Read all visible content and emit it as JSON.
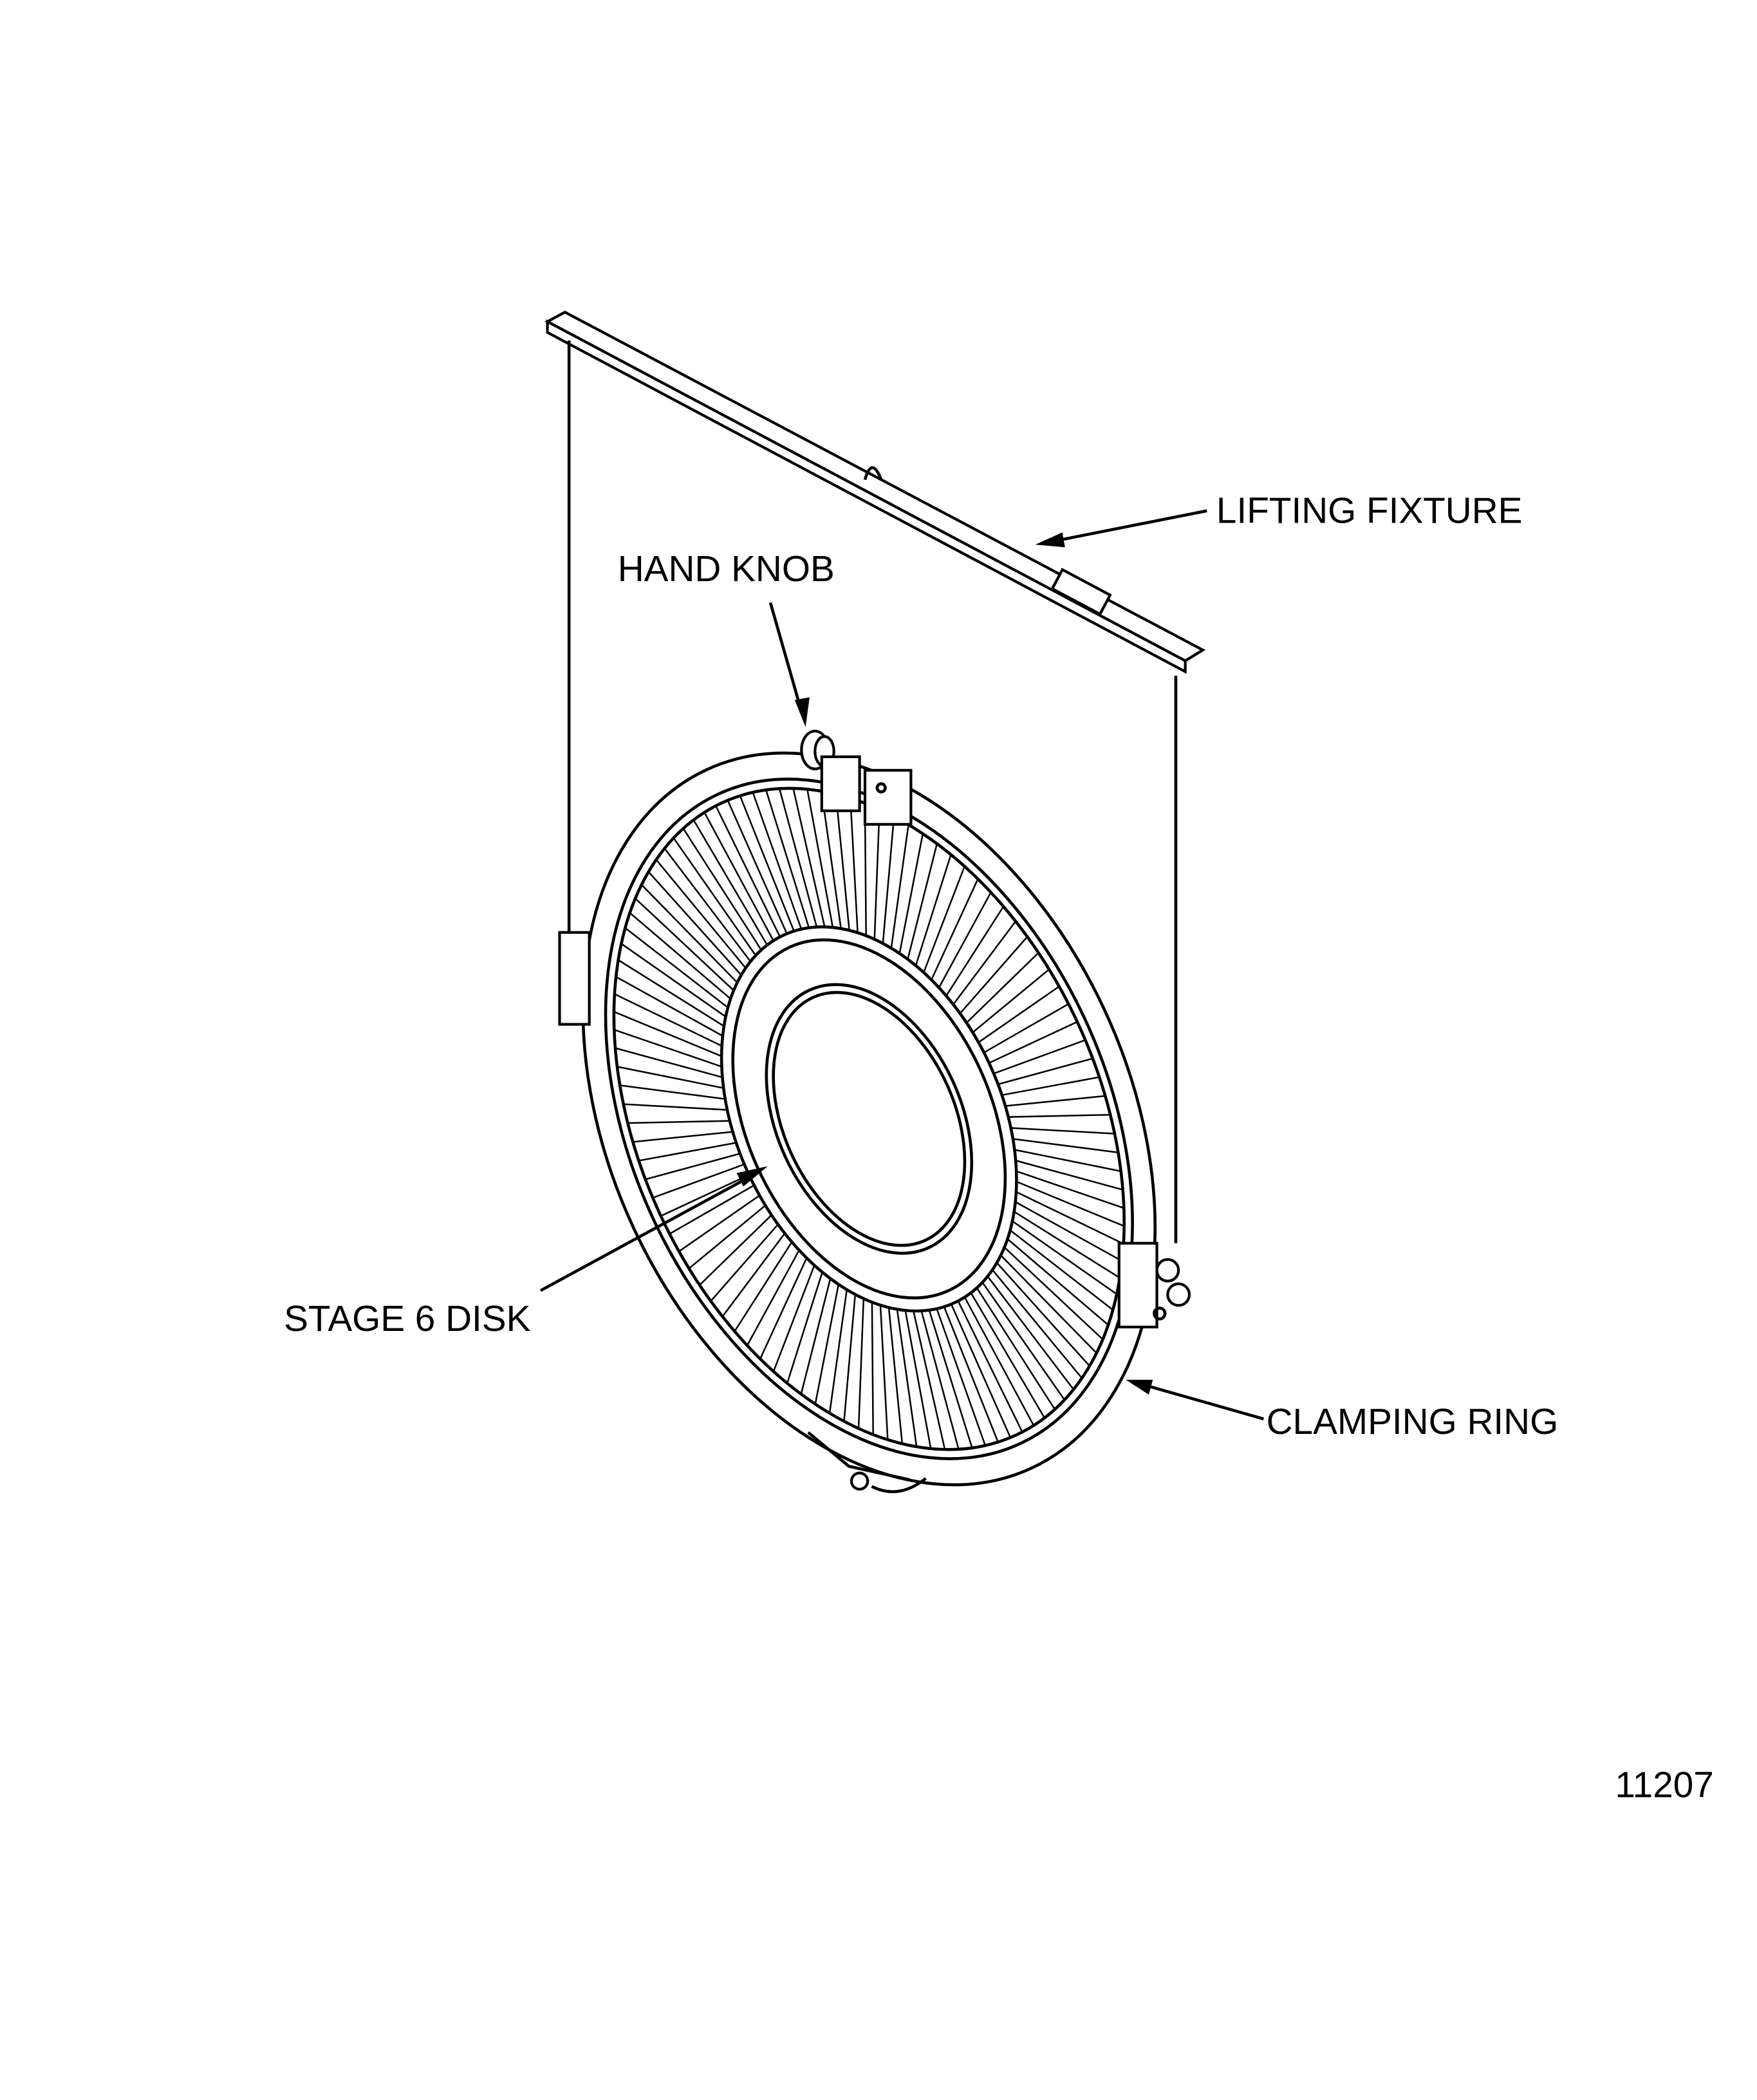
{
  "labels": {
    "lifting_fixture": "LIFTING FIXTURE",
    "hand_knob": "HAND KNOB",
    "stage_6_disk": "STAGE 6 DISK",
    "clamping_ring": "CLAMPING RING"
  },
  "figure_number": "11207"
}
